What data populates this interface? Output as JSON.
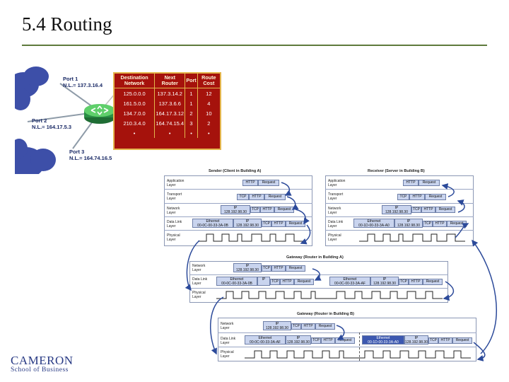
{
  "slide": {
    "title": "5.4  Routing"
  },
  "router_diagram": {
    "ports": [
      {
        "name": "Port 1",
        "address": "N.L.= 137.3.16.4"
      },
      {
        "name": "Port 2",
        "address": "N.L.= 164.17.5.3"
      },
      {
        "name": "Port 3",
        "address": "N.L.= 164.74.16.5"
      }
    ],
    "table": {
      "headers": [
        "Destination Network",
        "Next Router",
        "Port",
        "Route Cost"
      ],
      "rows": [
        [
          "125.0.0.0",
          "137.3.14.2",
          "1",
          "12"
        ],
        [
          "161.5.0.0",
          "137.3.6.6",
          "1",
          "4"
        ],
        [
          "134.7.0.0",
          "164.17.3.12",
          "2",
          "10"
        ],
        [
          "210.3.4.0",
          "164.74.15.4",
          "3",
          "2"
        ]
      ],
      "ellipsis": [
        "•",
        "•",
        "•",
        "•"
      ]
    }
  },
  "layers": {
    "sender_title": "Sender (Client in Building A)",
    "receiver_title": "Receiver (Server in Building B)",
    "gateway_a_title": "Gateway (Router in Building A)",
    "gateway_b_title": "Gateway (Router in Building B)",
    "app_layer": "Application Layer",
    "transport_layer": "Transport Layer",
    "network_layer": "Network Layer",
    "datalink_layer": "Data Link Layer",
    "physical_layer": "Physical Layer",
    "http": "HTTP",
    "request": "Request",
    "tcp": "TCP",
    "ip": "IP",
    "ethernet": "Ethernet",
    "sender_ip": "128.192.98.30",
    "sender_mac": "00-0C-00-33-3A-0B",
    "receiver_ip": "128.192.98.30",
    "receiver_mac": "00-1D-00-33-3A-A0",
    "gwa_ip": "128.192.98.30",
    "gwa_mac_in": "00-0C-00-33-3A-0B",
    "gwa_mac_out": "00-0C-00-33-3A-AF",
    "gwb_ip": "128.192.98.30",
    "gwb_mac_in": "00-0C-00-33-3A-AF",
    "gwb_mac_out": "00-1D-00-33-3A-A0"
  },
  "logo": {
    "name": "CAMERON",
    "sub": "School of Business"
  }
}
